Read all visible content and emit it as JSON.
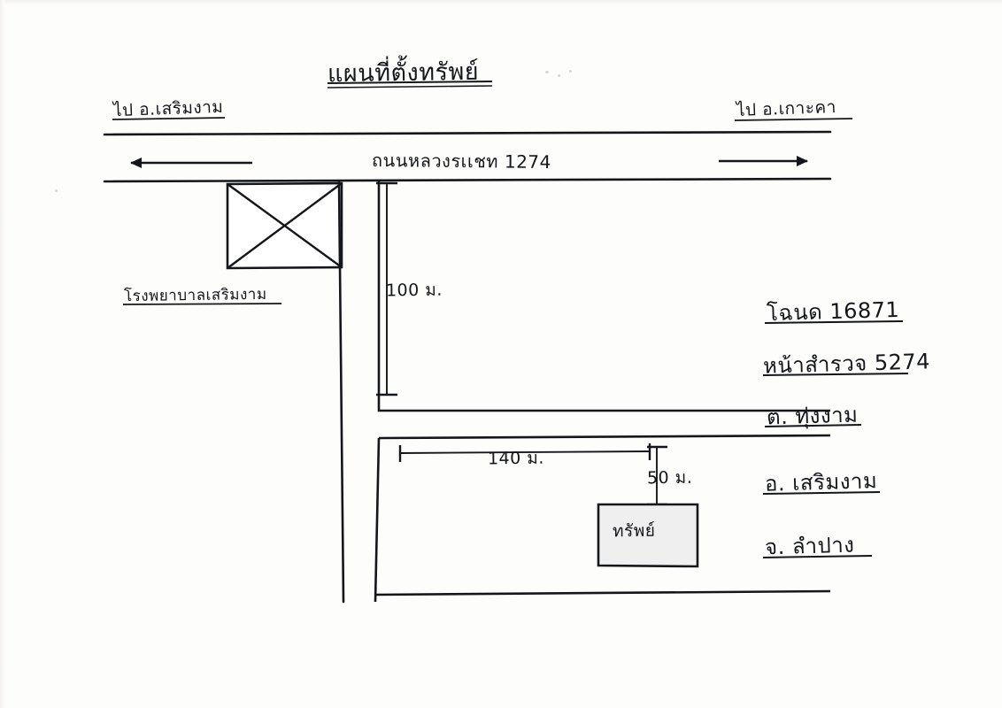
{
  "document": {
    "kind": "hand-drawn-property-location-map",
    "title": "แผนที่ตั้งทรัพย์",
    "background_color": "#fdfdfc",
    "ink_color": "#14161a"
  },
  "directions": {
    "left_label": "ไป อ.เสริมงาม",
    "right_label": "ไป อ.เกาะคา"
  },
  "roads": {
    "main_road_label": "ถนนหลวงรเเชท 1274"
  },
  "landmarks": {
    "hospital_label": "โรงพยาบาลเสริมงาม",
    "asset_label": "ทรัพย์"
  },
  "dimensions": {
    "vertical_main": "100 ม.",
    "horizontal_main": "140 ม.",
    "vertical_small": "50 ม."
  },
  "info_block": {
    "lines": [
      {
        "label": "โฉนด",
        "value": "16871",
        "text": "โฉนด  16871"
      },
      {
        "label": "หน้าสำรวจ",
        "value": "5274",
        "text": "หน้าสำรวจ  5274"
      },
      {
        "label": "ต.",
        "value": "ทุ่งงาม",
        "text": "ต. ทุ่งงาม"
      },
      {
        "label": "อ.",
        "value": "เสริมงาม",
        "text": "อ. เสริมงาม"
      },
      {
        "label": "จ.",
        "value": "ลำปาง",
        "text": "จ. ลำปาง"
      }
    ]
  }
}
